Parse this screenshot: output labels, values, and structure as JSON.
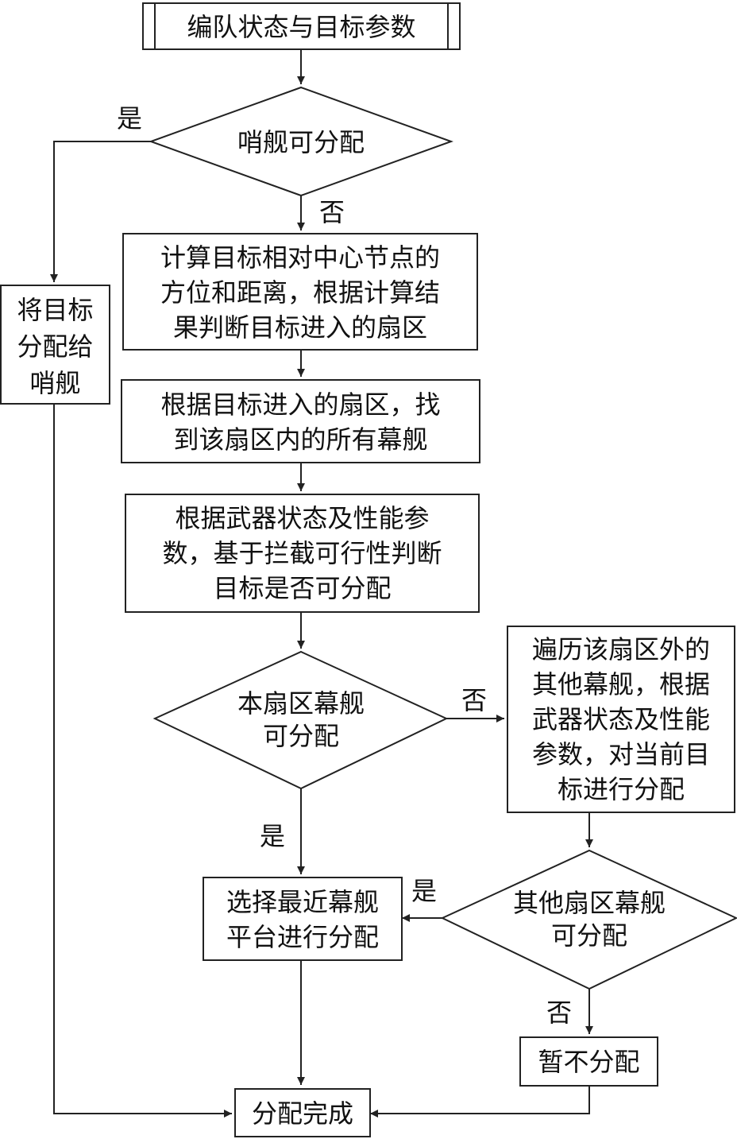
{
  "nodes": {
    "start": "编队状态与目标参数",
    "picket_check": "哨舰可分配",
    "assign_picket": [
      "将目标",
      "分配给",
      "哨舰"
    ],
    "compute_sector": [
      "计算目标相对中心节点的",
      "方位和距离，根据计算结",
      "果判断目标进入的扇区"
    ],
    "find_ships": [
      "根据目标进入的扇区，找",
      "到该扇区内的所有幕舰"
    ],
    "judge_assignable": [
      "根据武器状态及性能参",
      "数，基于拦截可行性判断",
      "目标是否可分配"
    ],
    "sector_check": [
      "本扇区幕舰",
      "可分配"
    ],
    "traverse_other": [
      "遍历该扇区外的",
      "其他幕舰，根据",
      "武器状态及性能",
      "参数，对当前目",
      "标进行分配"
    ],
    "select_nearest": [
      "选择最近幕舰",
      "平台进行分配"
    ],
    "other_check": [
      "其他扇区幕舰",
      "可分配"
    ],
    "defer": "暂不分配",
    "done": "分配完成"
  },
  "edge_labels": {
    "picket_yes": "是",
    "picket_no": "否",
    "sector_no": "否",
    "sector_yes": "是",
    "other_yes": "是",
    "other_no": "否"
  }
}
